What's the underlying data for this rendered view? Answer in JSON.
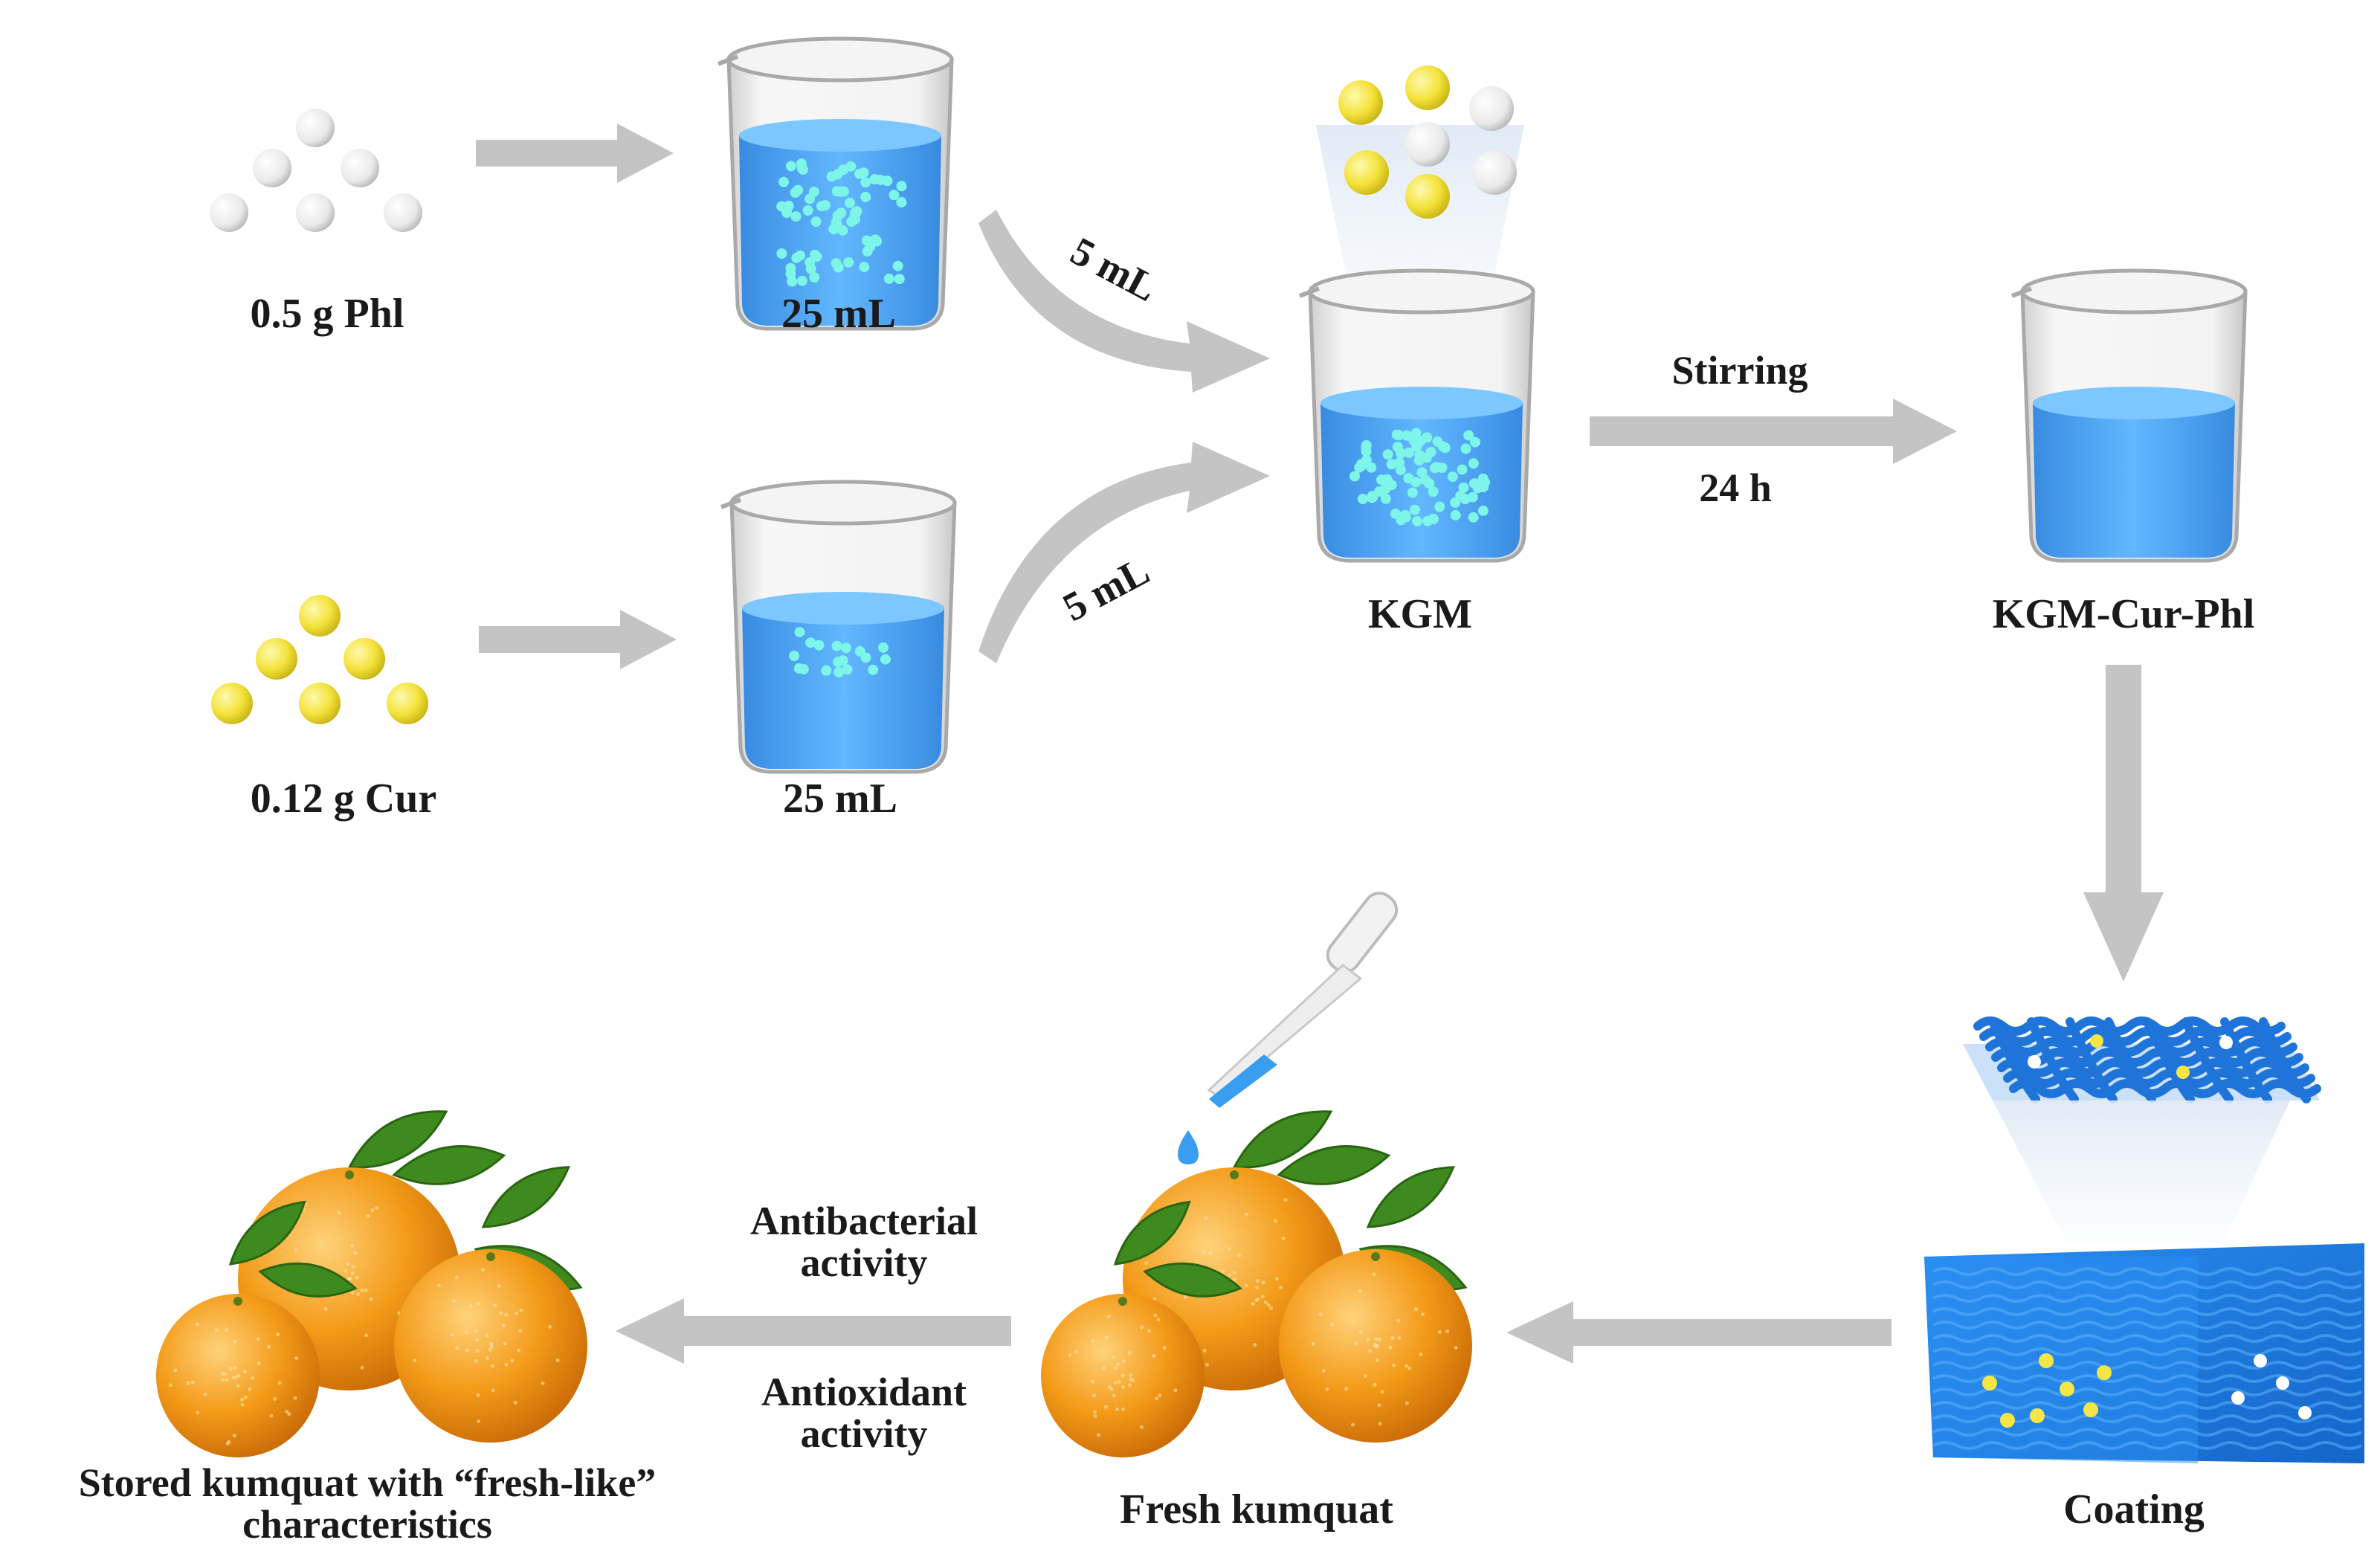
{
  "labels": {
    "phl_amount": "0.5 g Phl",
    "cur_amount": "0.12 g Cur",
    "volume_top": "25 mL",
    "volume_bottom": "25 mL",
    "transfer_top": "5 mL",
    "transfer_bottom": "5 mL",
    "kgm": "KGM",
    "stirring": "Stirring",
    "stirring_time": "24 h",
    "kgm_cur_phl": "KGM-Cur-Phl",
    "coating": "Coating",
    "fresh_kumquat": "Fresh kumquat",
    "antibacterial_1": "Antibacterial",
    "antibacterial_2": "activity",
    "antioxidant_1": "Antioxidant",
    "antioxidant_2": "activity",
    "stored_1": "Stored kumquat with “fresh-like”",
    "stored_2": "characteristics"
  },
  "colors": {
    "arrow": "#c4c4c4",
    "liquid": "#3d9df0",
    "phl_ball": "#f2f2f2",
    "cur_ball": "#f5e646",
    "kumquat": "#f09a16",
    "leaf": "#3e8a1e",
    "coating_block": "#1f7fe0"
  },
  "icons": [
    "phl-ball-icon",
    "cur-ball-icon",
    "beaker-icon",
    "pipette-icon",
    "kumquat-icon",
    "network-icon",
    "coating-block-icon"
  ]
}
